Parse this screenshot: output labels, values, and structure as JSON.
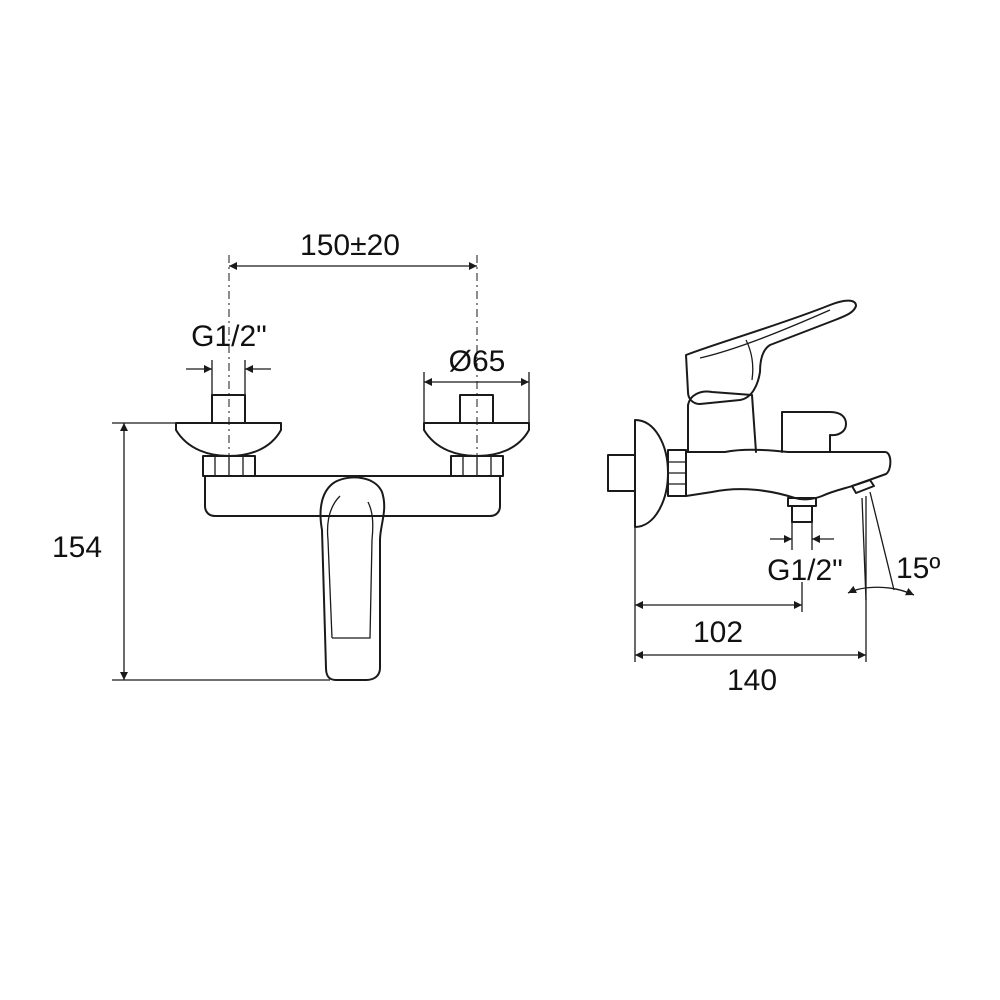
{
  "dimensions": {
    "center_distance": "150±20",
    "front_thread": "G1/2\"",
    "rosette_diameter": "Ø65",
    "height": "154",
    "side_thread": "G1/2\"",
    "outlet_projection": "102",
    "total_projection": "140",
    "spout_angle": "15º"
  },
  "colors": {
    "line": "#1a1a1a",
    "background": "#ffffff"
  }
}
